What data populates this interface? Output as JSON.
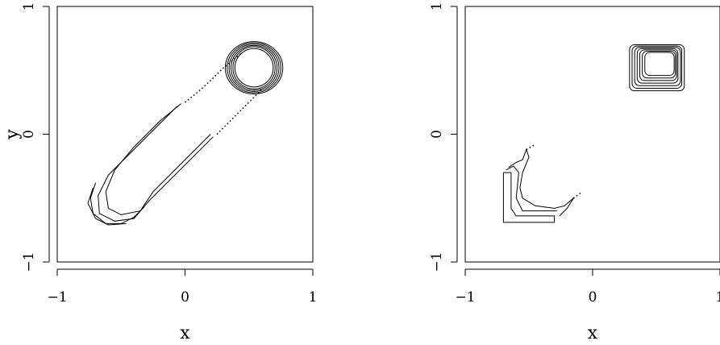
{
  "chart_data": [
    {
      "type": "contour",
      "xlabel": "x",
      "ylabel": "y",
      "xlim": [
        -1,
        1
      ],
      "ylim": [
        -1,
        1
      ],
      "xticks": [
        {
          "value": -1,
          "label": "−1"
        },
        {
          "value": 0,
          "label": "0"
        },
        {
          "value": 1,
          "label": "1"
        }
      ],
      "yticks": [
        {
          "value": -1,
          "label": "−1"
        },
        {
          "value": 0,
          "label": "0"
        },
        {
          "value": 1,
          "label": "1"
        }
      ],
      "contours": [
        {
          "style": "solid",
          "points": [
            [
              -0.03,
              0.24
            ],
            [
              -0.2,
              0.1
            ],
            [
              -0.4,
              -0.1
            ],
            [
              -0.55,
              -0.28
            ],
            [
              -0.62,
              -0.45
            ],
            [
              -0.6,
              -0.58
            ],
            [
              -0.5,
              -0.63
            ],
            [
              -0.35,
              -0.6
            ],
            [
              -0.25,
              -0.45
            ],
            [
              0.2,
              0.0
            ]
          ]
        },
        {
          "style": "solid",
          "points": [
            [
              -0.06,
              0.22
            ],
            [
              -0.4,
              -0.12
            ],
            [
              -0.6,
              -0.32
            ],
            [
              -0.68,
              -0.48
            ],
            [
              -0.67,
              -0.62
            ],
            [
              -0.55,
              -0.68
            ],
            [
              -0.4,
              -0.66
            ],
            [
              -0.28,
              -0.52
            ],
            [
              0.22,
              -0.02
            ]
          ]
        },
        {
          "style": "solid",
          "points": [
            [
              -0.7,
              -0.38
            ],
            [
              -0.74,
              -0.5
            ],
            [
              -0.72,
              -0.62
            ],
            [
              -0.62,
              -0.7
            ],
            [
              -0.5,
              -0.7
            ],
            [
              -0.4,
              -0.65
            ],
            [
              -0.32,
              -0.57
            ]
          ]
        },
        {
          "style": "solid",
          "points": [
            [
              -0.72,
              -0.42
            ],
            [
              -0.76,
              -0.54
            ],
            [
              -0.7,
              -0.66
            ],
            [
              -0.6,
              -0.71
            ],
            [
              -0.46,
              -0.7
            ]
          ]
        },
        {
          "style": "dotted",
          "points": [
            [
              0.0,
              0.25
            ],
            [
              0.1,
              0.33
            ],
            [
              0.2,
              0.42
            ],
            [
              0.3,
              0.52
            ],
            [
              0.4,
              0.6
            ],
            [
              0.45,
              0.64
            ]
          ]
        },
        {
          "style": "dotted",
          "points": [
            [
              0.25,
              0.0
            ],
            [
              0.35,
              0.1
            ],
            [
              0.45,
              0.2
            ],
            [
              0.55,
              0.3
            ],
            [
              0.6,
              0.35
            ]
          ]
        },
        {
          "style": "solid",
          "ring": {
            "cx": 0.54,
            "cy": 0.52,
            "rx": 0.15,
            "ry": 0.15
          }
        },
        {
          "style": "solid",
          "ring": {
            "cx": 0.54,
            "cy": 0.52,
            "rx": 0.165,
            "ry": 0.165
          }
        },
        {
          "style": "solid",
          "ring": {
            "cx": 0.54,
            "cy": 0.52,
            "rx": 0.18,
            "ry": 0.175
          }
        },
        {
          "style": "solid",
          "ring": {
            "cx": 0.54,
            "cy": 0.52,
            "rx": 0.195,
            "ry": 0.185
          }
        },
        {
          "style": "solid",
          "ring": {
            "cx": 0.54,
            "cy": 0.52,
            "rx": 0.21,
            "ry": 0.195
          }
        },
        {
          "style": "solid",
          "ring": {
            "cx": 0.54,
            "cy": 0.52,
            "rx": 0.225,
            "ry": 0.205
          }
        }
      ]
    },
    {
      "type": "contour",
      "xlabel": "x",
      "ylabel": "",
      "xlim": [
        -1,
        1
      ],
      "ylim": [
        -1,
        1
      ],
      "xticks": [
        {
          "value": -1,
          "label": "−1"
        },
        {
          "value": 0,
          "label": "0"
        },
        {
          "value": 1,
          "label": "1"
        }
      ],
      "yticks": [
        {
          "value": -1,
          "label": "−1"
        },
        {
          "value": 0,
          "label": "0"
        },
        {
          "value": 1,
          "label": "1"
        }
      ],
      "contours": [
        {
          "style": "solid",
          "points": [
            [
              -0.7,
              -0.3
            ],
            [
              -0.7,
              -0.69
            ],
            [
              -0.3,
              -0.69
            ],
            [
              -0.3,
              -0.64
            ],
            [
              -0.6,
              -0.64
            ],
            [
              -0.64,
              -0.58
            ],
            [
              -0.64,
              -0.3
            ],
            [
              -0.7,
              -0.3
            ]
          ]
        },
        {
          "style": "solid",
          "points": [
            [
              -0.66,
              -0.26
            ],
            [
              -0.6,
              -0.22
            ],
            [
              -0.55,
              -0.2
            ],
            [
              -0.52,
              -0.12
            ],
            [
              -0.5,
              -0.18
            ],
            [
              -0.55,
              -0.3
            ],
            [
              -0.57,
              -0.42
            ],
            [
              -0.55,
              -0.5
            ],
            [
              -0.45,
              -0.56
            ],
            [
              -0.3,
              -0.58
            ],
            [
              -0.22,
              -0.56
            ],
            [
              -0.15,
              -0.5
            ],
            [
              -0.2,
              -0.58
            ],
            [
              -0.26,
              -0.64
            ]
          ]
        },
        {
          "style": "solid",
          "points": [
            [
              -0.68,
              -0.28
            ],
            [
              -0.62,
              -0.25
            ],
            [
              -0.58,
              -0.3
            ],
            [
              -0.6,
              -0.5
            ],
            [
              -0.55,
              -0.6
            ],
            [
              -0.4,
              -0.6
            ],
            [
              -0.28,
              -0.6
            ]
          ]
        },
        {
          "style": "dotted",
          "points": [
            [
              -0.52,
              -0.12
            ],
            [
              -0.45,
              -0.08
            ]
          ]
        },
        {
          "style": "dotted",
          "points": [
            [
              -0.15,
              -0.5
            ],
            [
              -0.08,
              -0.45
            ]
          ]
        },
        {
          "style": "solid",
          "rect": {
            "x0": 0.29,
            "y0": 0.34,
            "x1": 0.72,
            "y1": 0.7
          }
        },
        {
          "style": "solid",
          "rect": {
            "x0": 0.31,
            "y0": 0.36,
            "x1": 0.7,
            "y1": 0.69
          }
        },
        {
          "style": "solid",
          "rect": {
            "x0": 0.33,
            "y0": 0.38,
            "x1": 0.69,
            "y1": 0.68
          }
        },
        {
          "style": "solid",
          "rect": {
            "x0": 0.35,
            "y0": 0.4,
            "x1": 0.67,
            "y1": 0.67
          }
        },
        {
          "style": "solid",
          "rect": {
            "x0": 0.37,
            "y0": 0.42,
            "x1": 0.66,
            "y1": 0.66
          }
        },
        {
          "style": "solid",
          "rect": {
            "x0": 0.39,
            "y0": 0.44,
            "x1": 0.65,
            "y1": 0.65
          }
        },
        {
          "style": "solid",
          "rect": {
            "x0": 0.41,
            "y0": 0.46,
            "x1": 0.64,
            "y1": 0.64
          }
        }
      ]
    }
  ]
}
